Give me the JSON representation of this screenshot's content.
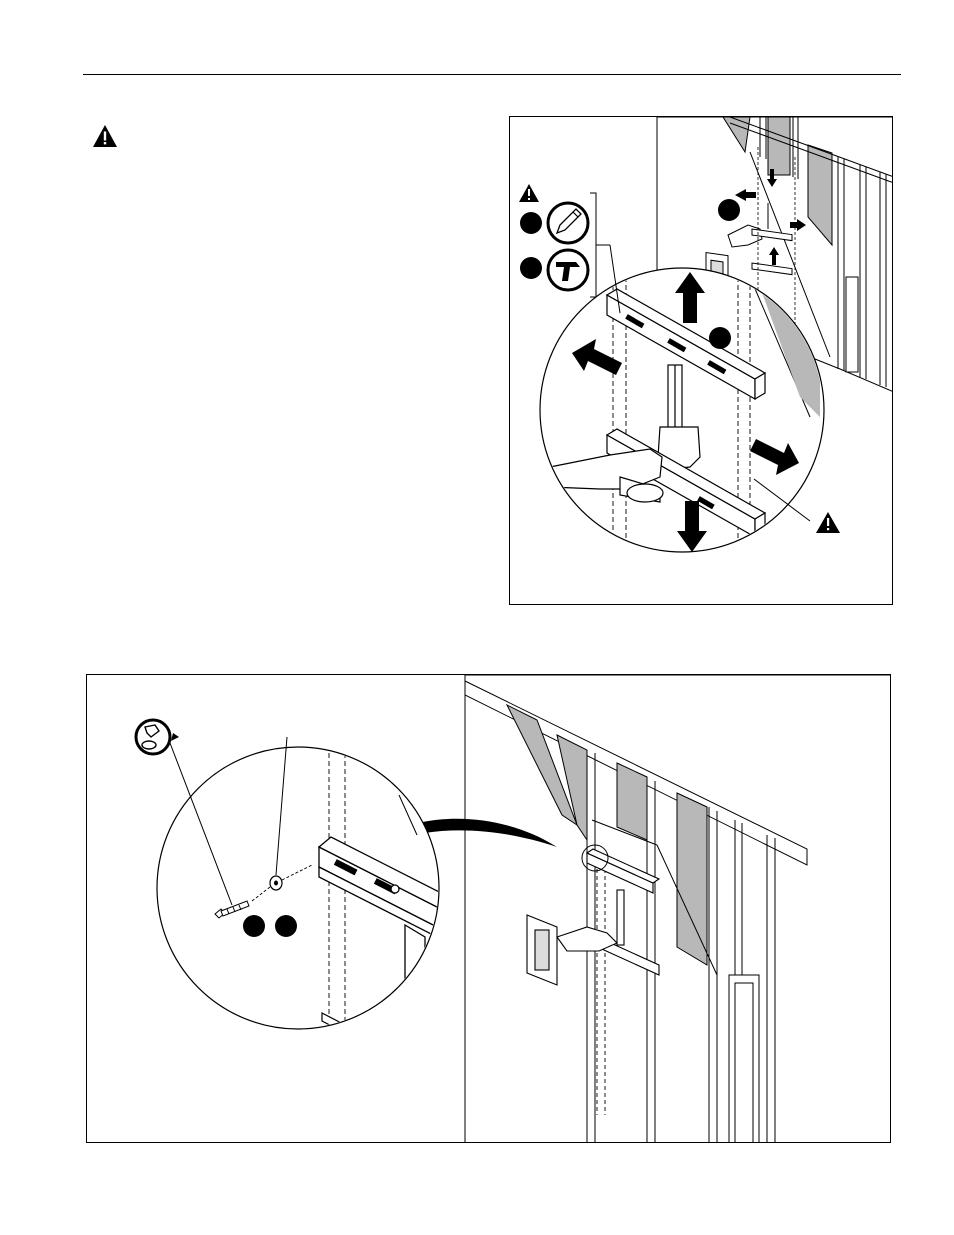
{
  "page": {
    "background": "#ffffff",
    "ink": "#000000",
    "drywall_gray": "#b8b8b8"
  },
  "icons": {
    "warning": "warning-triangle-icon",
    "pencil": "pencil-mark-icon",
    "drill": "drill-icon",
    "wrench_rotate": "wrench-tighten-icon"
  },
  "figure_top": {
    "callouts": [
      "step-badge-a",
      "step-badge-b",
      "step-badge-c",
      "step-badge-d"
    ]
  },
  "figure_bottom": {
    "callouts": [
      "step-badge-e",
      "step-badge-f"
    ]
  }
}
